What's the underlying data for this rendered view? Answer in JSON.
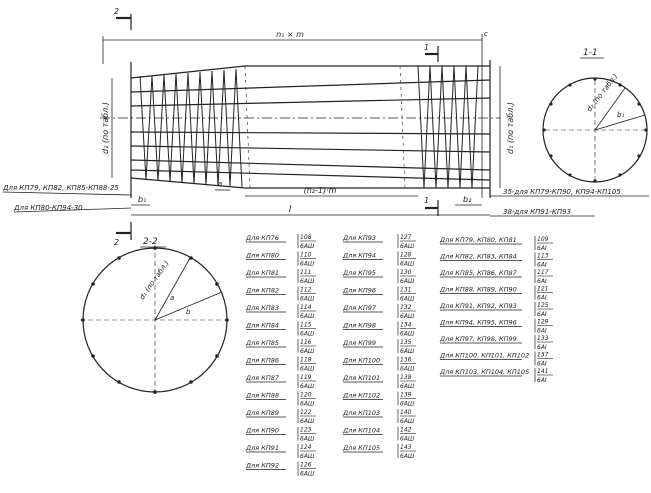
{
  "colors": {
    "ink": "#222222",
    "paper": "#ffffff"
  },
  "section_marks": {
    "s11": "1-1",
    "s22": "2-2",
    "one": "1",
    "two": "2"
  },
  "dims": {
    "top": "n₁ × m",
    "d1": "d₁ (по табл.)",
    "d2": "d₂ (по табл.)",
    "mid": "(n₂-1)·m",
    "total": "l",
    "b1": "b₁",
    "b2": "b₂",
    "small_a": "a",
    "small_c": "c"
  },
  "notes": {
    "left1": "Для КП79, КП82, КП85-КП88-25",
    "left2": "Для КП80-КП94-30",
    "right1": "35-для КП79-КП90, КП94-КП105",
    "right2": "38-для КП91-КП93"
  },
  "circle_labels": {
    "c1_dim": "d₂ (по табл.)",
    "c1_small": "b₁",
    "c2_dim": "d₁ (по табл.)",
    "c2_a": "a",
    "c2_b": "b"
  },
  "table_col1": [
    {
      "label": "Для КП76",
      "v1": "108",
      "v2": "6АШ"
    },
    {
      "label": "Для КП80",
      "v1": "110",
      "v2": "6АШ"
    },
    {
      "label": "Для КП81",
      "v1": "111",
      "v2": "6АШ"
    },
    {
      "label": "Для КП82",
      "v1": "112",
      "v2": "6АШ"
    },
    {
      "label": "Для КП83",
      "v1": "114",
      "v2": "6АШ"
    },
    {
      "label": "Для КП84",
      "v1": "115",
      "v2": "6АШ"
    },
    {
      "label": "Для КП85",
      "v1": "116",
      "v2": "6АШ"
    },
    {
      "label": "Для КП86",
      "v1": "118",
      "v2": "6АШ"
    },
    {
      "label": "Для КП87",
      "v1": "119",
      "v2": "6АШ"
    },
    {
      "label": "Для КП88",
      "v1": "120",
      "v2": "6АШ"
    },
    {
      "label": "Для КП89",
      "v1": "122",
      "v2": "6АШ"
    },
    {
      "label": "Для КП90",
      "v1": "123",
      "v2": "6АШ"
    },
    {
      "label": "Для КП91",
      "v1": "124",
      "v2": "6АШ"
    },
    {
      "label": "Для КП92",
      "v1": "126",
      "v2": "6АШ"
    }
  ],
  "table_col2": [
    {
      "label": "Для КП93",
      "v1": "127",
      "v2": "6АШ"
    },
    {
      "label": "Для КП94",
      "v1": "128",
      "v2": "6АШ"
    },
    {
      "label": "Для КП95",
      "v1": "130",
      "v2": "6АШ"
    },
    {
      "label": "Для КП96",
      "v1": "131",
      "v2": "6АШ"
    },
    {
      "label": "Для КП97",
      "v1": "132",
      "v2": "6АШ"
    },
    {
      "label": "Для КП98",
      "v1": "134",
      "v2": "6АШ"
    },
    {
      "label": "Для КП99",
      "v1": "135",
      "v2": "6АШ"
    },
    {
      "label": "Для КП100",
      "v1": "136",
      "v2": "6АШ"
    },
    {
      "label": "Для КП101",
      "v1": "138",
      "v2": "6АШ"
    },
    {
      "label": "Для КП102",
      "v1": "139",
      "v2": "6АШ"
    },
    {
      "label": "Для КП103",
      "v1": "140",
      "v2": "6АШ"
    },
    {
      "label": "Для КП104",
      "v1": "142",
      "v2": "6АШ"
    },
    {
      "label": "Для КП105",
      "v1": "143",
      "v2": "6АШ"
    }
  ],
  "table_col3": [
    {
      "label": "Для КП79, КП80, КП81",
      "v1": "109",
      "v2": "6АI"
    },
    {
      "label": "Для КП82, КП83, КП84",
      "v1": "113",
      "v2": "6АI"
    },
    {
      "label": "Для КП85, КП86, КП87",
      "v1": "117",
      "v2": "6АI"
    },
    {
      "label": "Для КП88, КП89, КП90",
      "v1": "121",
      "v2": "6АI"
    },
    {
      "label": "Для КП91, КП92, КП93",
      "v1": "125",
      "v2": "6АI"
    },
    {
      "label": "Для КП94, КП95, КП96",
      "v1": "129",
      "v2": "6АI"
    },
    {
      "label": "Для КП97, КП98, КП99",
      "v1": "133",
      "v2": "6АI"
    },
    {
      "label": "Для КП100, КП101, КП102",
      "v1": "137",
      "v2": "6АI"
    },
    {
      "label": "Для КП103, КП104, КП105",
      "v1": "141",
      "v2": "6АI"
    }
  ]
}
